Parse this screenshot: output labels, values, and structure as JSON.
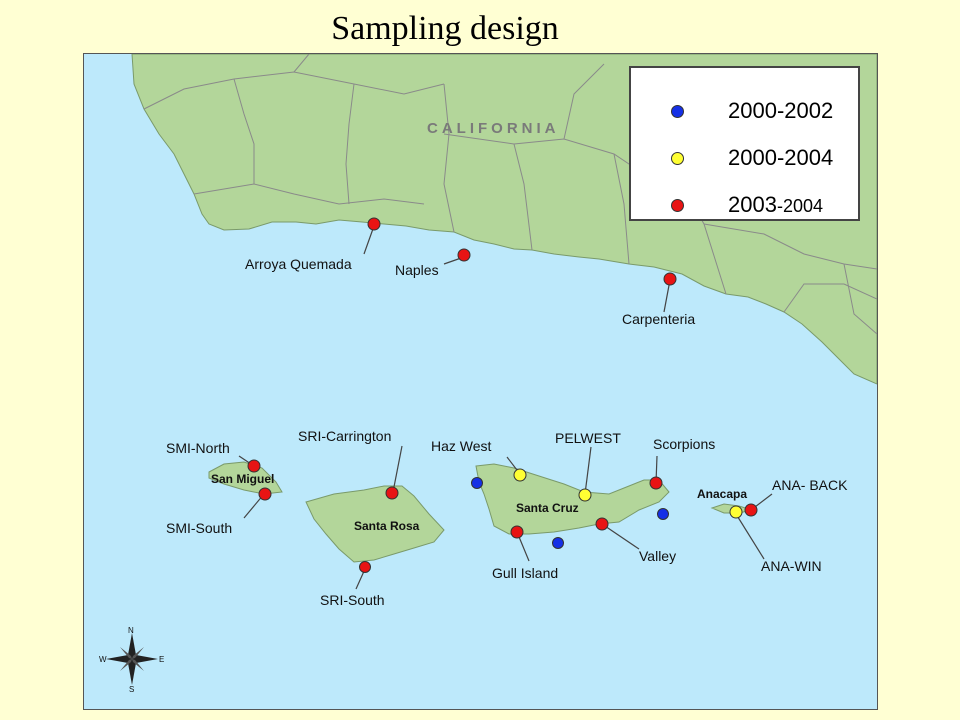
{
  "title": "Sampling design",
  "region_label": "CALIFORNIA",
  "legend": [
    {
      "label": "2000-2002",
      "color": "#1530e6"
    },
    {
      "label": "2000-2004",
      "color": "#ffff33"
    },
    {
      "label_main": "2003",
      "label_suffix": "-2004",
      "color": "#e81414"
    }
  ],
  "islands": {
    "san_miguel": "San Miguel",
    "santa_rosa": "Santa Rosa",
    "santa_cruz": "Santa Cruz",
    "anacapa": "Anacapa"
  },
  "sites": {
    "arroya_quemada": "Arroya Quemada",
    "naples": "Naples",
    "carpenteria": "Carpenteria",
    "smi_north": "SMI-North",
    "smi_south": "SMI-South",
    "sri_carrington": "SRI-Carrington",
    "sri_south": "SRI-South",
    "haz_west": "Haz West",
    "pelwest": "PELWEST",
    "scorpions": "Scorpions",
    "gull_island": "Gull Island",
    "valley": "Valley",
    "ana_back": "ANA- BACK",
    "ana_win": "ANA-WIN"
  },
  "compass": {
    "n": "N",
    "s": "S",
    "e": "E",
    "w": "W"
  },
  "colors": {
    "land": "#b3d69a",
    "water": "#bde9fb",
    "border": "#8a8a8a"
  }
}
